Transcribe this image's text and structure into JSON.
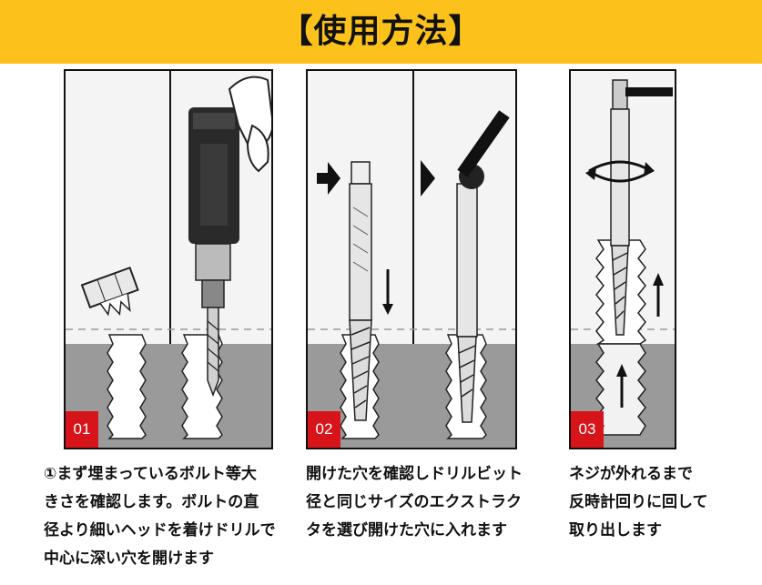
{
  "header": {
    "title": "【使用方法】",
    "background_color": "#fcc21b"
  },
  "steps": [
    {
      "number": "01",
      "lines": [
        "①まず埋まっているボルト等大",
        "きさを確認します。ボルトの直",
        "径より細いヘッドを着けドリルで",
        "中心に深い穴を開けます"
      ]
    },
    {
      "number": "02",
      "lines": [
        "開けた穴を確認しドリルビット",
        "径と同じサイズのエクストラク",
        "タを選び開けた穴に入れます"
      ]
    },
    {
      "number": "03",
      "lines": [
        "ネジが外れるまで",
        "反時計回りに回して",
        "取り出します"
      ]
    }
  ],
  "colors": {
    "accent_red": "#d8141b",
    "ground_gray": "#9a9a9a"
  }
}
